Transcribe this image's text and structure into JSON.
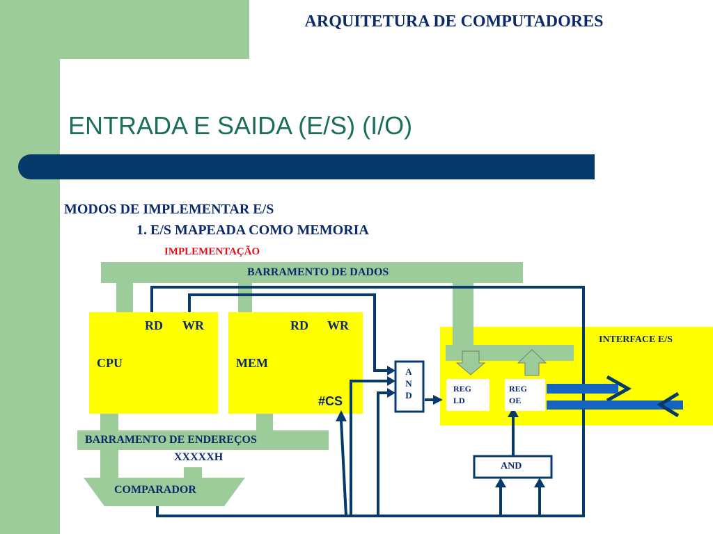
{
  "header": {
    "course_title": "ARQUITETURA DE COMPUTADORES"
  },
  "slide": {
    "title": "ENTRADA E SAIDA (E/S) (I/O)",
    "subtitle": "MODOS DE IMPLEMENTAR E/S",
    "item": "1. E/S MAPEADA COMO MEMORIA",
    "section": "IMPLEMENTAÇÃO"
  },
  "diagram": {
    "data_bus": "BARRAMENTO DE DADOS",
    "address_bus": "BARRAMENTO DE ENDEREÇOS",
    "address_value": "XXXXXH",
    "comparator": "COMPARADOR",
    "cpu": {
      "label": "CPU",
      "rd": "RD",
      "wr": "WR"
    },
    "mem": {
      "label": "MEM",
      "rd": "RD",
      "wr": "WR",
      "cs": "#CS"
    },
    "and_gate": {
      "l1": "A",
      "l2": "N",
      "l3": "D"
    },
    "interface": {
      "label": "INTERFACE E/S"
    },
    "reg_ld": {
      "l1": "REG",
      "l2": "LD"
    },
    "reg_oe": {
      "l1": "REG",
      "l2": "OE"
    },
    "and_box": "AND"
  },
  "colors": {
    "green": "#9ccc9a",
    "navy": "#053a6b",
    "yellow": "#ffff00",
    "blue": "#1565c0",
    "red": "#e0101a",
    "title_green": "#1b6e5a"
  }
}
